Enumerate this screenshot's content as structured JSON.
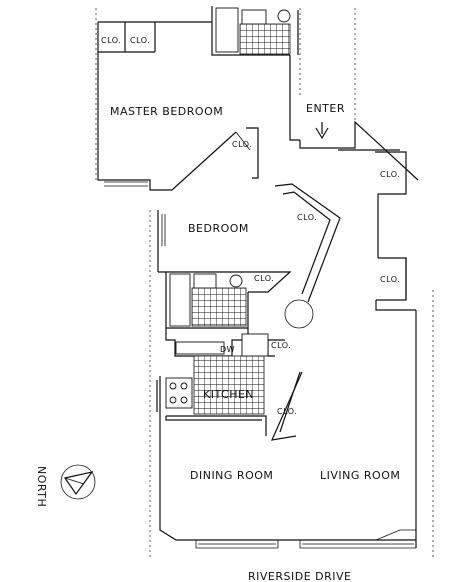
{
  "rooms": {
    "master_bedroom": "MASTER BEDROOM",
    "bedroom": "BEDROOM",
    "kitchen": "KITCHEN",
    "dining_room": "DINING ROOM",
    "living_room": "LIVING ROOM",
    "dw": "DW"
  },
  "closets": {
    "master_clo_1": "CLO.",
    "master_clo_2": "CLO.",
    "master_clo_3": "CLO.",
    "hall_clo_right_1": "CLO.",
    "hall_clo_right_2": "CLO.",
    "hall_clo_diag": "CLO.",
    "bath2_clo": "CLO.",
    "kitchen_clo": "CLO.",
    "dining_clo": "CLO."
  },
  "markers": {
    "enter": "ENTER",
    "north": "NORTH",
    "street": "RIVERSIDE DRIVE"
  }
}
